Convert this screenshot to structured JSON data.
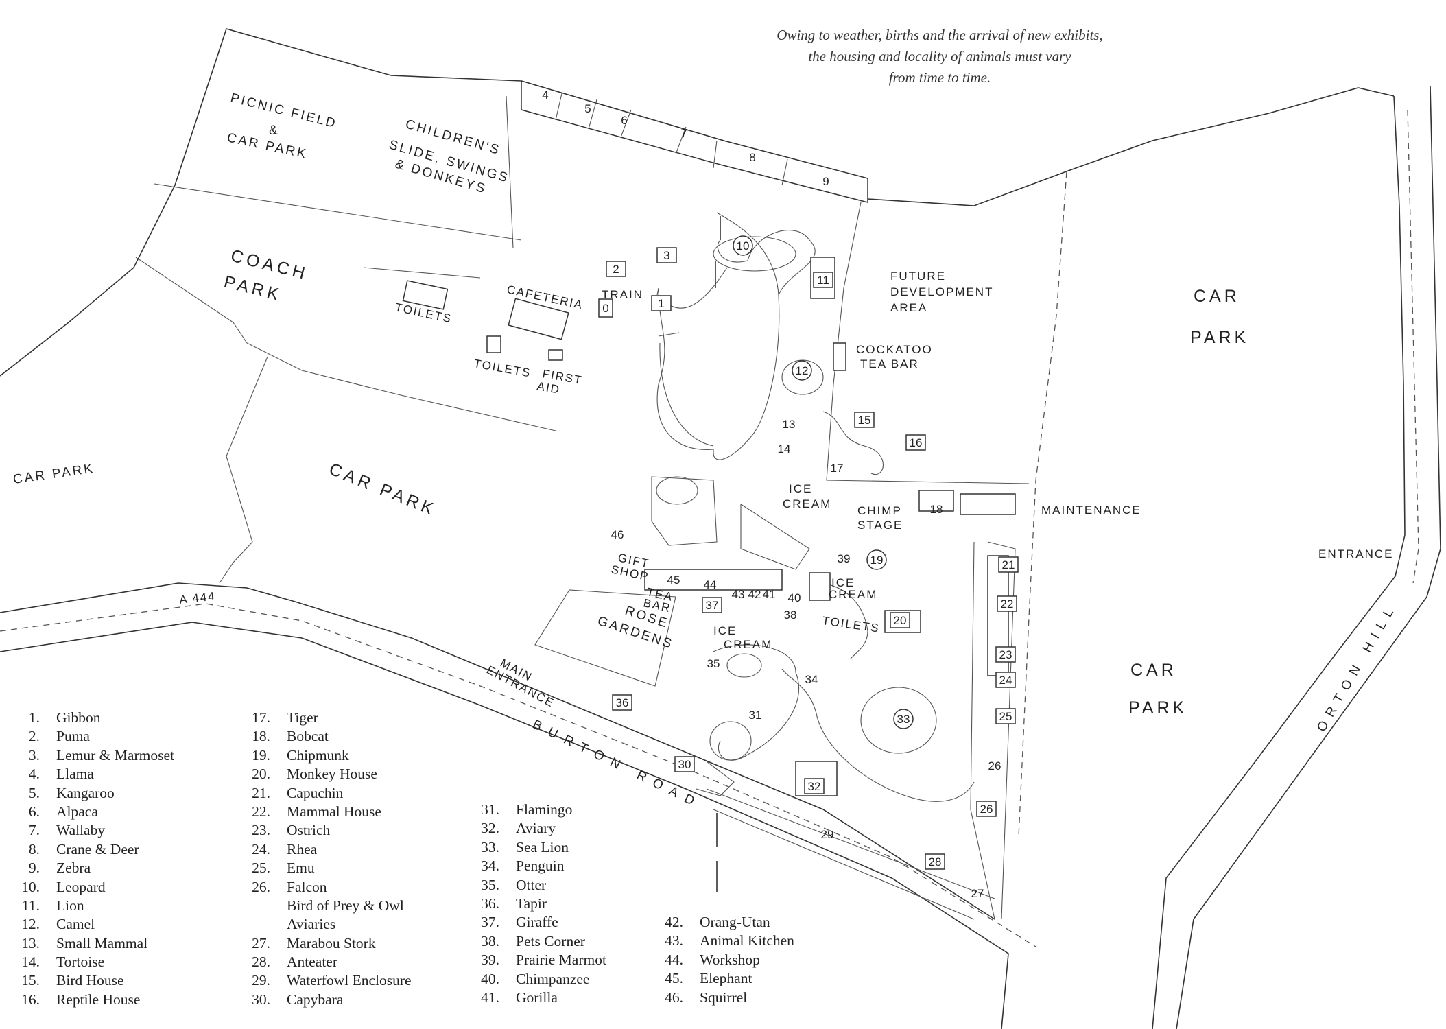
{
  "note": [
    "Owing to weather, births and the arrival of new exhibits,",
    "the housing and locality of animals must vary",
    "from time to time."
  ],
  "areas": {
    "picnic_field": [
      "PICNIC FIELD",
      "&",
      "CAR PARK"
    ],
    "children": [
      "CHILDREN'S",
      "SLIDE, SWINGS",
      "& DONKEYS"
    ],
    "coach_park": [
      "COACH",
      "PARK"
    ],
    "toilets": "TOILETS",
    "cafeteria": "CAFETERIA",
    "train": "TRAIN",
    "first_aid": [
      "FIRST",
      "AID"
    ],
    "future_dev": [
      "FUTURE",
      "DEVELOPMENT",
      "AREA"
    ],
    "cockatoo": [
      "COCKATOO",
      "TEA BAR"
    ],
    "car_park": "CAR PARK",
    "car": "CAR",
    "park": "PARK",
    "ice_cream": [
      "ICE",
      "CREAM"
    ],
    "chimp_stage": [
      "CHIMP",
      "STAGE"
    ],
    "maintenance": "MAINTENANCE",
    "entrance": "ENTRANCE",
    "gift_shop": [
      "GIFT",
      "SHOP"
    ],
    "tea_bar": [
      "TEA",
      "BAR"
    ],
    "rose_gardens": [
      "ROSE",
      "GARDENS"
    ],
    "main_entrance": [
      "MAIN",
      "ENTRANCE"
    ],
    "a444": "A 444",
    "burton_road": "BURTON ROAD",
    "orton_hill": "ORTON HILL"
  },
  "markers": [
    "0",
    "1",
    "2",
    "3",
    "4",
    "5",
    "6",
    "7",
    "8",
    "9",
    "10",
    "11",
    "12",
    "13",
    "14",
    "15",
    "16",
    "17",
    "18",
    "19",
    "20",
    "21",
    "22",
    "23",
    "24",
    "25",
    "26",
    "26",
    "27",
    "28",
    "29",
    "30",
    "31",
    "32",
    "33",
    "34",
    "35",
    "36",
    "37",
    "38",
    "39",
    "40",
    "41",
    "42",
    "43",
    "44",
    "45",
    "46"
  ],
  "legend": [
    [
      {
        "n": "1.",
        "name": "Gibbon"
      },
      {
        "n": "2.",
        "name": "Puma"
      },
      {
        "n": "3.",
        "name": "Lemur & Marmoset"
      },
      {
        "n": "4.",
        "name": "Llama"
      },
      {
        "n": "5.",
        "name": "Kangaroo"
      },
      {
        "n": "6.",
        "name": "Alpaca"
      },
      {
        "n": "7.",
        "name": "Wallaby"
      },
      {
        "n": "8.",
        "name": "Crane & Deer"
      },
      {
        "n": "9.",
        "name": "Zebra"
      },
      {
        "n": "10.",
        "name": "Leopard"
      },
      {
        "n": "11.",
        "name": "Lion"
      },
      {
        "n": "12.",
        "name": "Camel"
      },
      {
        "n": "13.",
        "name": "Small Mammal"
      },
      {
        "n": "14.",
        "name": "Tortoise"
      },
      {
        "n": "15.",
        "name": "Bird House"
      },
      {
        "n": "16.",
        "name": "Reptile House"
      }
    ],
    [
      {
        "n": "17.",
        "name": "Tiger"
      },
      {
        "n": "18.",
        "name": "Bobcat"
      },
      {
        "n": "19.",
        "name": "Chipmunk"
      },
      {
        "n": "20.",
        "name": "Monkey House"
      },
      {
        "n": "21.",
        "name": "Capuchin"
      },
      {
        "n": "22.",
        "name": "Mammal House"
      },
      {
        "n": "23.",
        "name": "Ostrich"
      },
      {
        "n": "24.",
        "name": "Rhea"
      },
      {
        "n": "25.",
        "name": "Emu"
      },
      {
        "n": "26.",
        "name": "Falcon"
      },
      {
        "n": "",
        "name": "Bird of Prey & Owl"
      },
      {
        "n": "",
        "name": "Aviaries"
      },
      {
        "n": "27.",
        "name": "Marabou Stork"
      },
      {
        "n": "28.",
        "name": "Anteater"
      },
      {
        "n": "29.",
        "name": "Waterfowl Enclosure"
      },
      {
        "n": "30.",
        "name": "Capybara"
      }
    ],
    [
      {
        "n": "31.",
        "name": "Flamingo"
      },
      {
        "n": "32.",
        "name": "Aviary"
      },
      {
        "n": "33.",
        "name": "Sea Lion"
      },
      {
        "n": "34.",
        "name": "Penguin"
      },
      {
        "n": "35.",
        "name": "Otter"
      },
      {
        "n": "36.",
        "name": "Tapir"
      },
      {
        "n": "37.",
        "name": "Giraffe"
      },
      {
        "n": "38.",
        "name": "Pets Corner"
      },
      {
        "n": "39.",
        "name": "Prairie Marmot"
      },
      {
        "n": "40.",
        "name": "Chimpanzee"
      },
      {
        "n": "41.",
        "name": "Gorilla"
      }
    ],
    [
      {
        "n": "42.",
        "name": "Orang-Utan"
      },
      {
        "n": "43.",
        "name": "Animal Kitchen"
      },
      {
        "n": "44.",
        "name": "Workshop"
      },
      {
        "n": "45.",
        "name": "Elephant"
      },
      {
        "n": "46.",
        "name": "Squirrel"
      }
    ]
  ]
}
